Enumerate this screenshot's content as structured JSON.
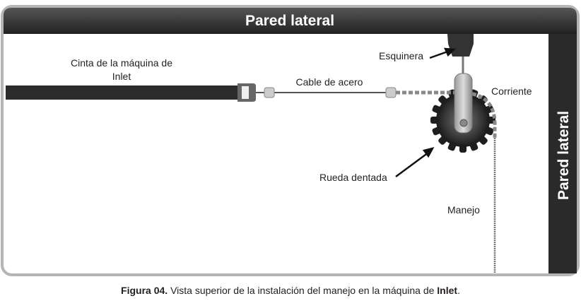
{
  "walls": {
    "top": "Pared lateral",
    "right": "Pared lateral"
  },
  "labels": {
    "strap_line1": "Cinta de la máquina de",
    "strap_line2": "Inlet",
    "cable": "Cable de acero",
    "corner": "Esquinera",
    "chain": "Corriente",
    "sprocket": "Rueda dentada",
    "handle": "Manejo"
  },
  "caption": {
    "figure": "Figura 04.",
    "text": " Vista superior de la instalación del manejo en la máquina de ",
    "bold_end": "Inlet",
    "end": "."
  }
}
